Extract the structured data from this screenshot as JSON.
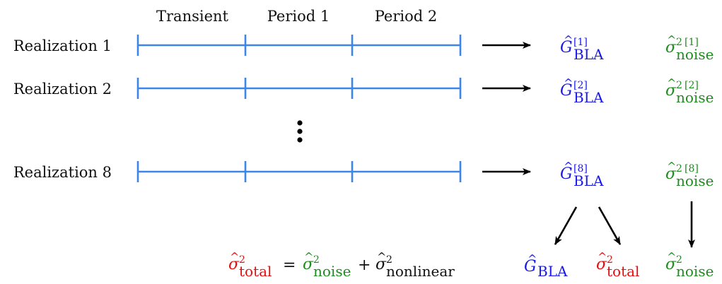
{
  "colors": {
    "timeline": "#3b86e6",
    "bla": "#1a1ae6",
    "noise": "#1e8c1e",
    "total": "#e60f0f",
    "text": "#111111",
    "arrow": "#000000"
  },
  "periods": [
    "Transient",
    "Period 1",
    "Period 2"
  ],
  "realizations": [
    {
      "label": "Realization 1",
      "index": "[1]"
    },
    {
      "label": "Realization 2",
      "index": "[2]"
    },
    {
      "label": "Realization 8",
      "index": "[8]"
    }
  ],
  "symbols": {
    "G": "G",
    "sigma": "σ",
    "hat": "^",
    "squared": "2",
    "bla": "BLA",
    "noise": "noise",
    "total": "total",
    "nonlinear": "nonlinear",
    "equals": "=",
    "plus": "+"
  }
}
